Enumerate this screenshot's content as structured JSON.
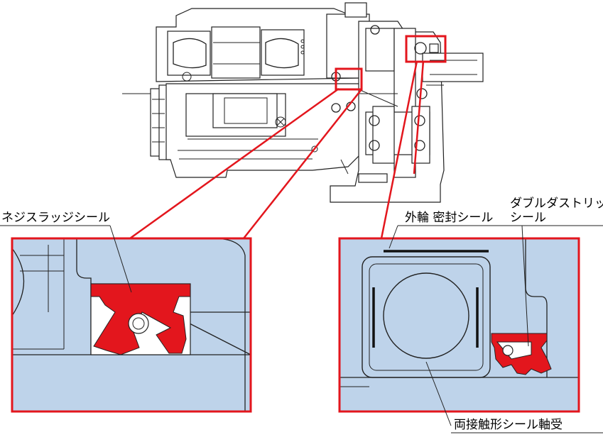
{
  "labels": {
    "neji_seal": "ネジスラッジシール",
    "outer_ring_seal": "外輪 密封シール",
    "double_lip_line1": "ダブルダストリップ",
    "double_lip_line2": "シール",
    "bearing": "両接触形シール軸受"
  },
  "colors": {
    "highlight": "#e3161d",
    "detail_fill": "#bed3ea",
    "line": "#222222",
    "background": "#ffffff"
  }
}
